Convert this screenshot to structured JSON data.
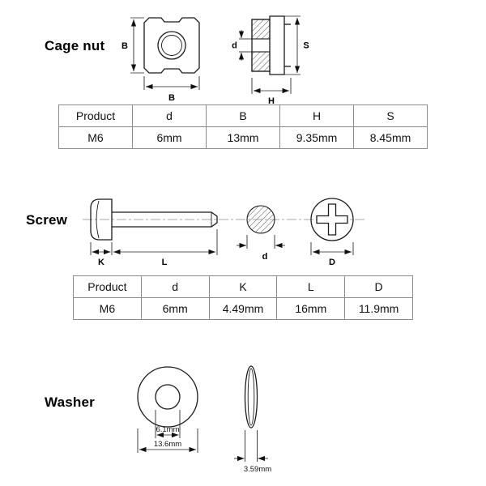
{
  "cage_nut": {
    "label": "Cage nut",
    "dims": {
      "b_vertical": "B",
      "b_horizontal": "B",
      "d": "d",
      "s": "S",
      "h": "H"
    },
    "table": {
      "headers": [
        "Product",
        "d",
        "B",
        "H",
        "S"
      ],
      "row": [
        "M6",
        "6mm",
        "13mm",
        "9.35mm",
        "8.45mm"
      ]
    }
  },
  "screw": {
    "label": "Screw",
    "dims": {
      "k": "K",
      "l": "L",
      "d": "d",
      "D": "D"
    },
    "table": {
      "headers": [
        "Product",
        "d",
        "K",
        "L",
        "D"
      ],
      "row": [
        "M6",
        "6mm",
        "4.49mm",
        "16mm",
        "11.9mm"
      ]
    }
  },
  "washer": {
    "label": "Washer",
    "dims": {
      "inner": "6.1mm",
      "outer": "13.6mm",
      "thickness": "3.59mm"
    }
  },
  "colors": {
    "line": "#1a1a1a",
    "table_border": "#8d8d8d"
  }
}
